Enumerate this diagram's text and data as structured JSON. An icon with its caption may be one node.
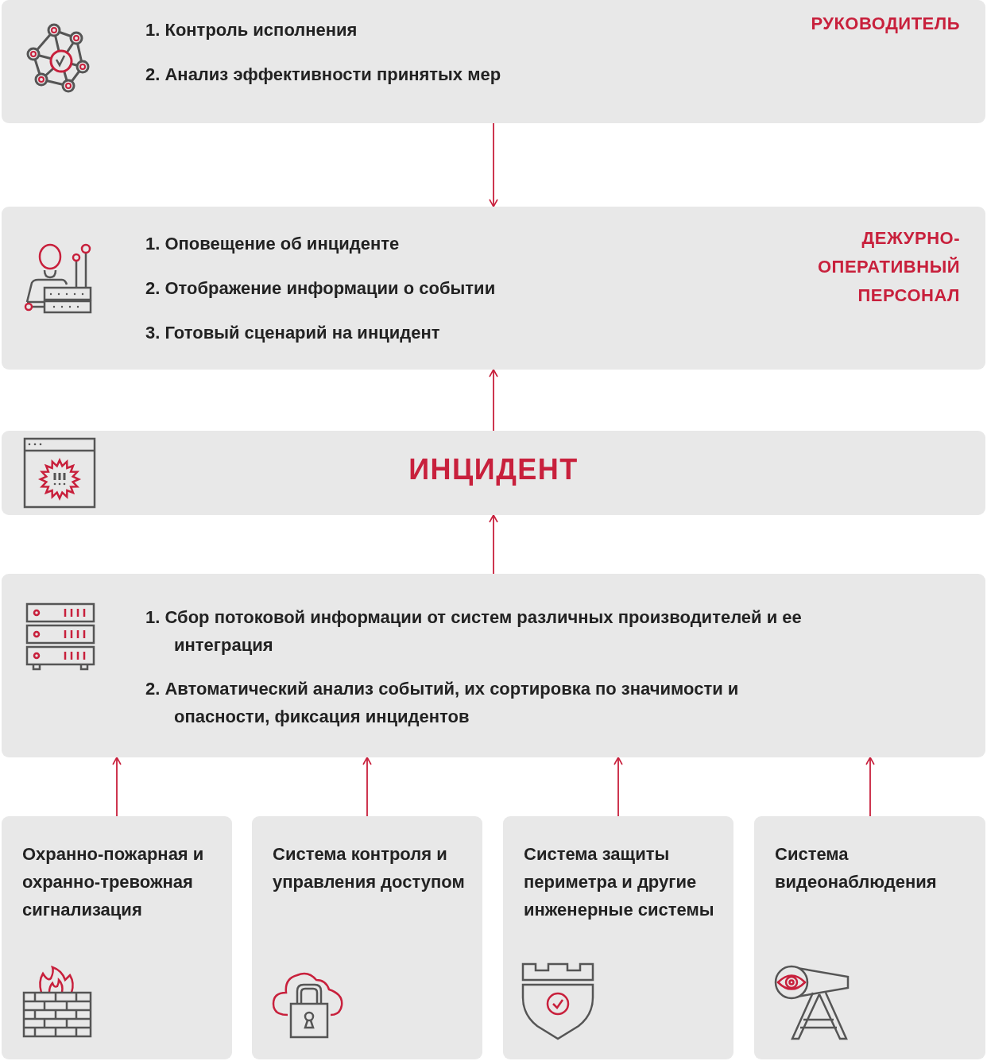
{
  "diagram": {
    "nodes": [
      {
        "text": [
          "1. Контроль исполнения",
          "2. Анализ эффективности принятых мер",
          "РУКОВОДИТЕЛЬ"
        ]
      },
      {
        "text": [
          "1. Оповещение об инциденте",
          "2. Отображение информации о событии",
          "3. Готовый сценарий на инцидент",
          "ДЕЖУРНО-ОПЕРАТИВНЫЙ ПЕРСОНАЛ"
        ]
      },
      {
        "text": [
          "ИНЦИДЕНТ"
        ]
      },
      {
        "text": [
          "1. Сбор потоковой информации от систем различных производителей и ее интеграция",
          "2. Автоматический анализ событий, их сортировка по значимости и опасности, фиксация инцидентов"
        ]
      },
      {
        "text": [
          "Охранно-пожарная и охранно-тревожная сигнализация"
        ]
      },
      {
        "text": [
          "Система контроля и управления доступом"
        ]
      },
      {
        "text": [
          "Система защиты периметра и другие инженерные системы"
        ]
      },
      {
        "text": [
          "Система видеонаблюдения"
        ]
      }
    ],
    "edges": [
      {
        "from": 0,
        "to": 1,
        "arrow": "to"
      },
      {
        "from": 2,
        "to": 1,
        "arrow": "to"
      },
      {
        "from": 3,
        "to": 2,
        "arrow": "to"
      },
      {
        "from": 4,
        "to": 3,
        "arrow": "to"
      },
      {
        "from": 5,
        "to": 3,
        "arrow": "to"
      },
      {
        "from": 6,
        "to": 3,
        "arrow": "to"
      },
      {
        "from": 7,
        "to": 3,
        "arrow": "to"
      }
    ]
  }
}
